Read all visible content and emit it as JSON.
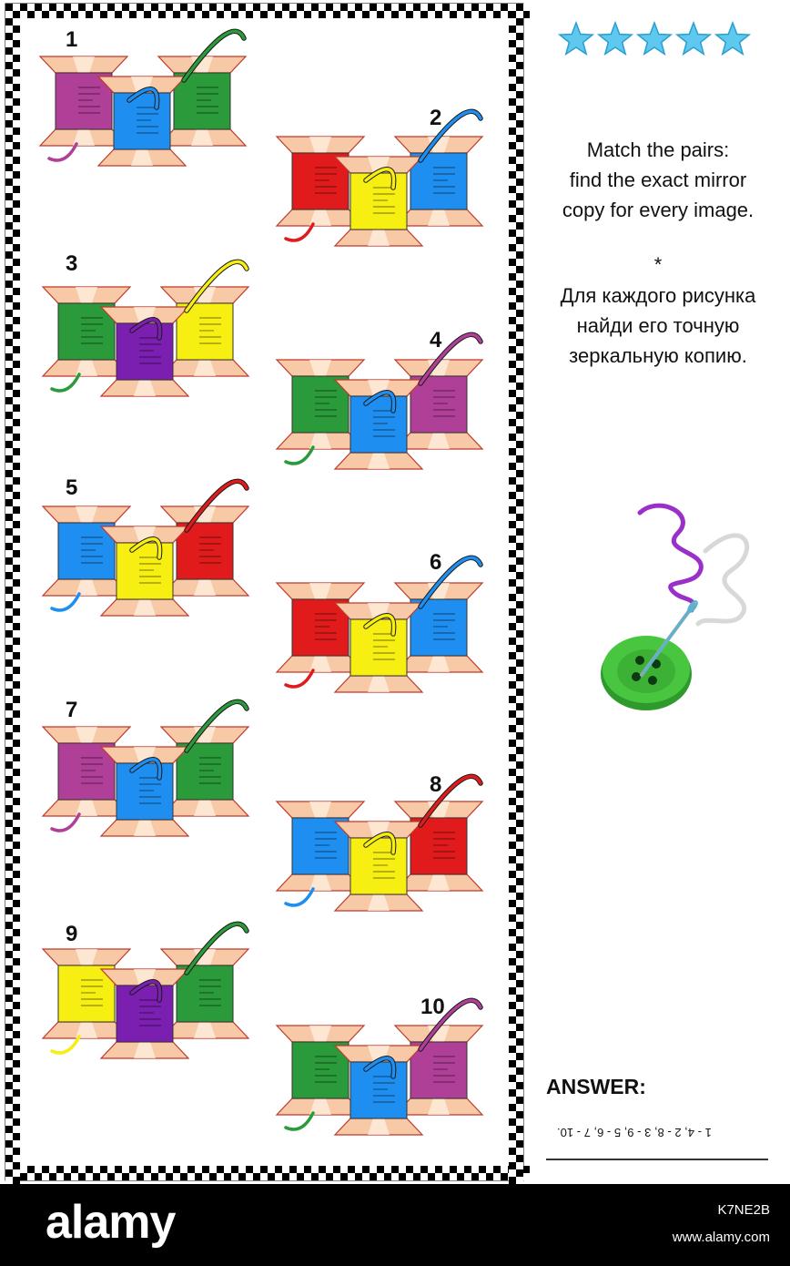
{
  "puzzle": {
    "stars": 5,
    "instruction_en": [
      "Match the pairs:",
      "find the exact mirror",
      "copy for every image."
    ],
    "separator": "*",
    "instruction_ru": [
      "Для каждого рисунка",
      "найди его точную",
      "зеркальную копию."
    ],
    "answer_label": "ANSWER:",
    "answer_text": "1 - 4, 2 - 8, 3 - 9, 5 - 6, 7 - 10.",
    "items": [
      {
        "number": "1",
        "spools": [
          "magenta",
          "blue",
          "green"
        ]
      },
      {
        "number": "2",
        "spools": [
          "red",
          "yellow",
          "blue"
        ]
      },
      {
        "number": "3",
        "spools": [
          "green",
          "purple",
          "yellow"
        ]
      },
      {
        "number": "4",
        "spools": [
          "green",
          "blue",
          "magenta"
        ]
      },
      {
        "number": "5",
        "spools": [
          "blue",
          "yellow",
          "red"
        ]
      },
      {
        "number": "6",
        "spools": [
          "red",
          "yellow",
          "blue"
        ]
      },
      {
        "number": "7",
        "spools": [
          "magenta",
          "blue",
          "green"
        ]
      },
      {
        "number": "8",
        "spools": [
          "blue",
          "yellow",
          "red"
        ]
      },
      {
        "number": "9",
        "spools": [
          "yellow",
          "purple",
          "green"
        ]
      },
      {
        "number": "10",
        "spools": [
          "green",
          "blue",
          "magenta"
        ]
      }
    ]
  },
  "colors": {
    "magenta": "#b03f98",
    "blue": "#1e8ef0",
    "green": "#2a9a3a",
    "red": "#e11b1b",
    "yellow": "#f7ee12",
    "purple": "#7a1fb0",
    "spool_wood": "#f7c9a6",
    "spool_edge": "#c0392b",
    "star": "#5ec8ee",
    "button": "#3fbf3a"
  },
  "icons": {
    "star": "star-icon",
    "needle": "needle-and-button-icon"
  },
  "footer": {
    "brand": "alamy",
    "image_id": "K7NE2B",
    "url": "www.alamy.com"
  }
}
